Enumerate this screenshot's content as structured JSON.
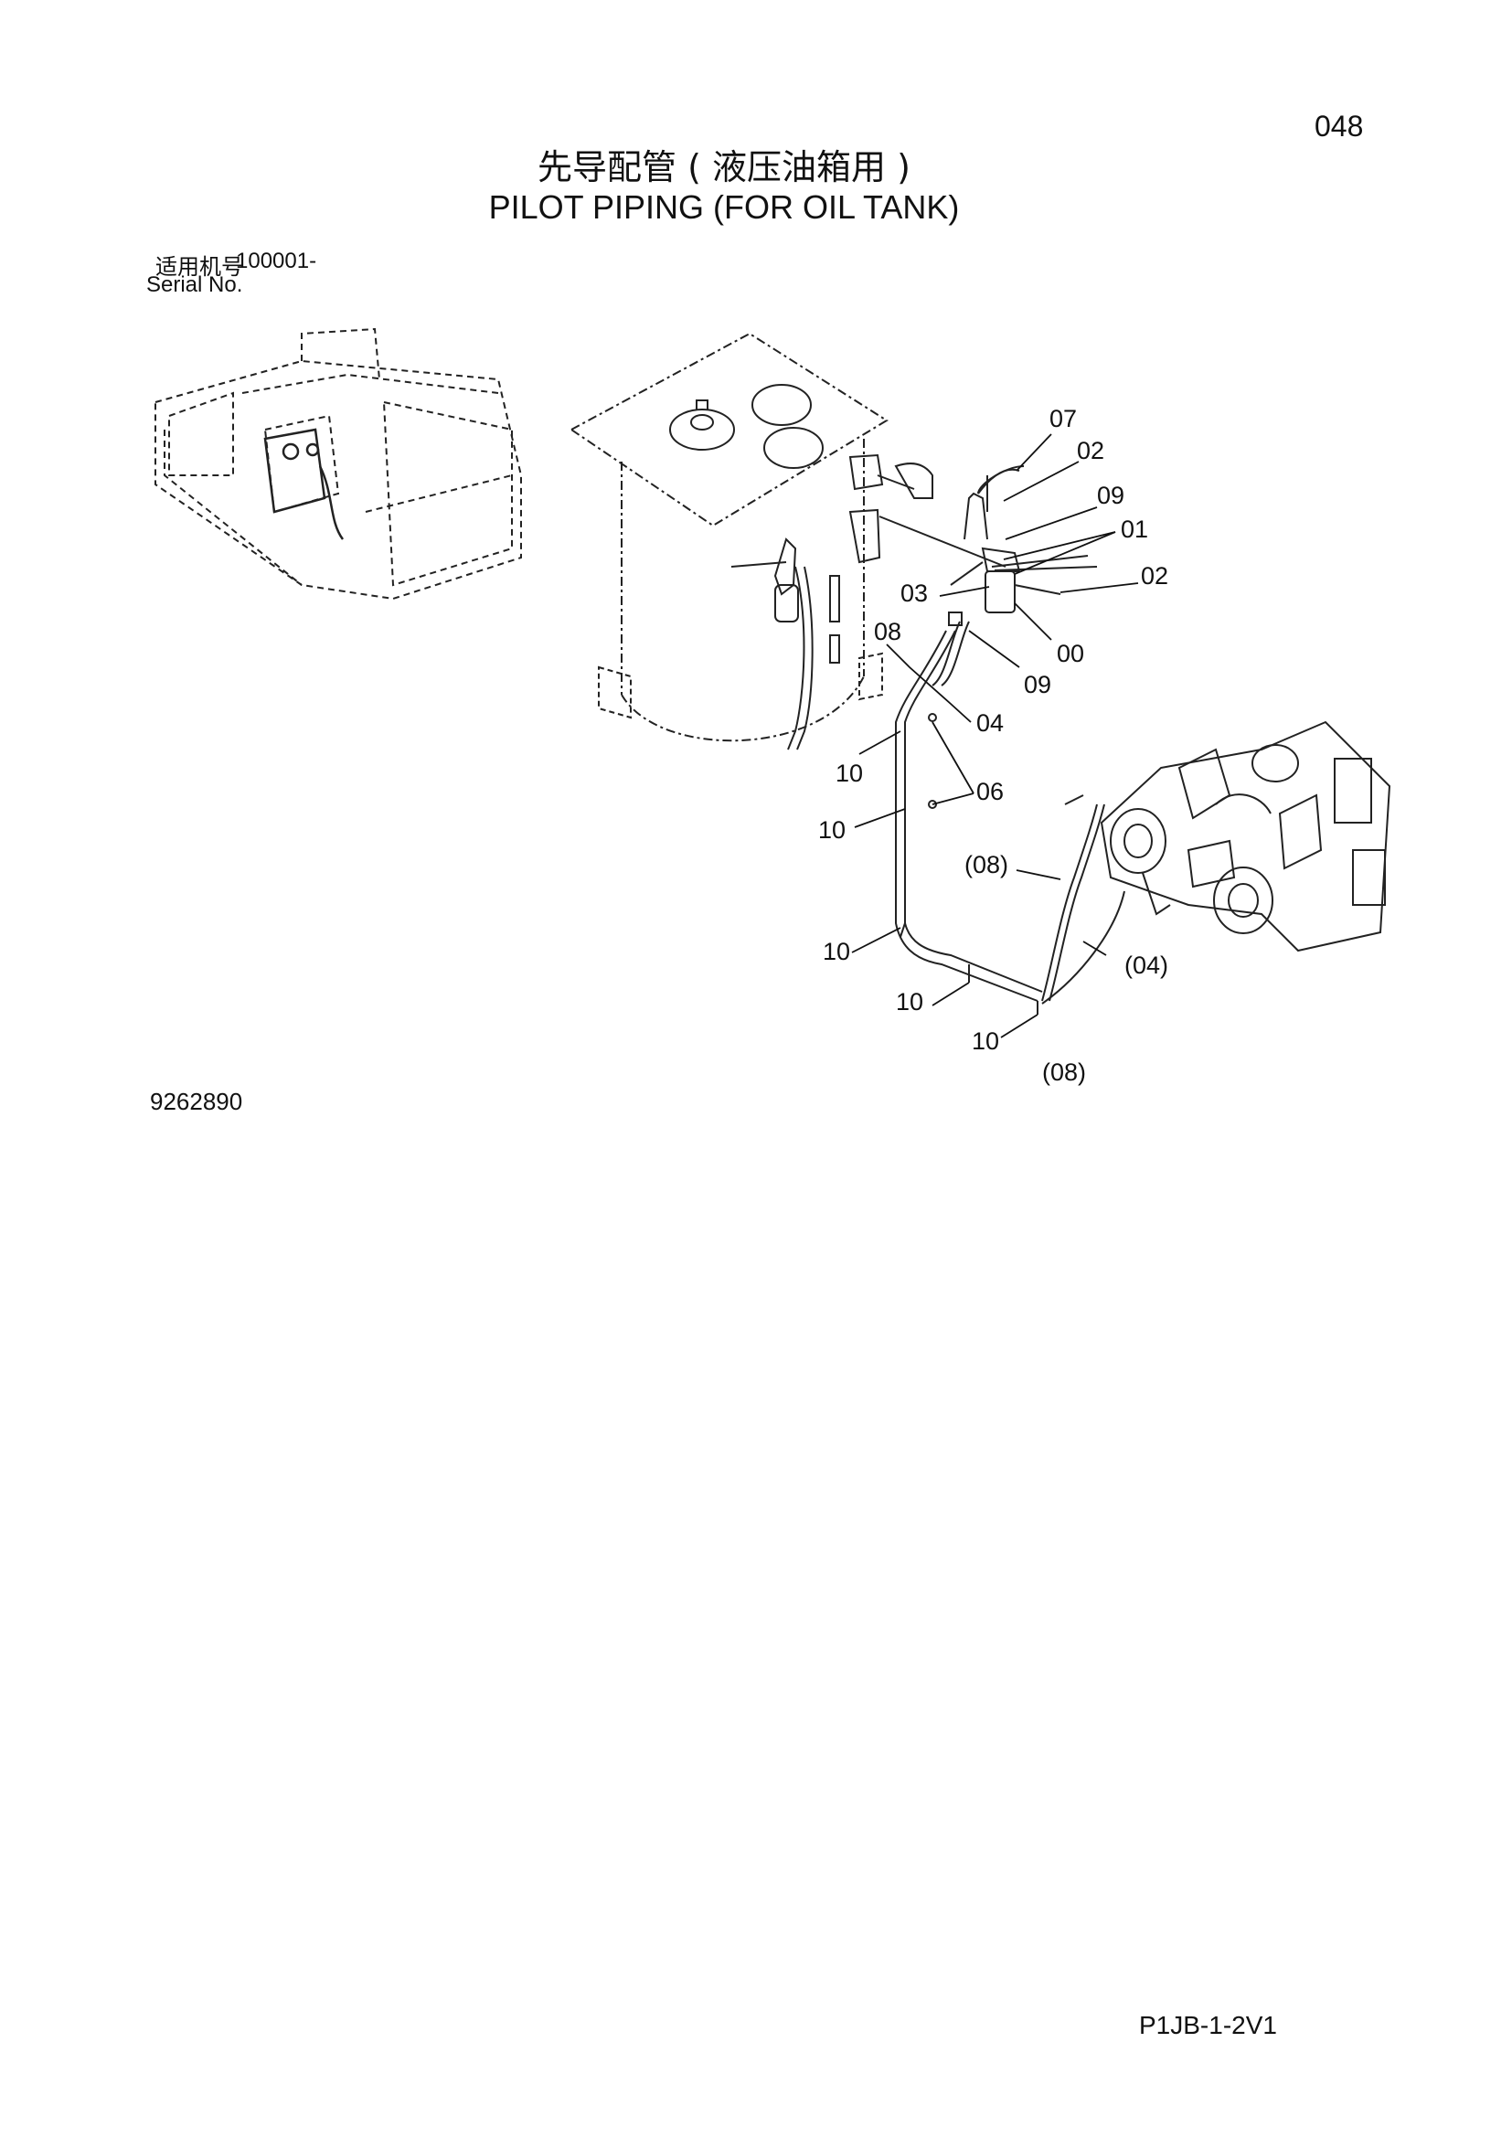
{
  "header": {
    "page_number": "048",
    "title_cn": "先导配管 ( 液压油箱用 )",
    "title_en": "PILOT PIPING (FOR OIL TANK)",
    "serial_label_cn": "适用机号",
    "serial_value": "100001-",
    "serial_label_en": "Serial No."
  },
  "callouts": [
    "07",
    "02",
    "09",
    "01",
    "02",
    "03",
    "00",
    "08",
    "09",
    "04",
    "10",
    "06",
    "10",
    "(08)",
    "10",
    "(04)",
    "10",
    "10",
    "(08)"
  ],
  "footer": {
    "drawing_number": "9262890",
    "page_code": "P1JB-1-2V1"
  }
}
